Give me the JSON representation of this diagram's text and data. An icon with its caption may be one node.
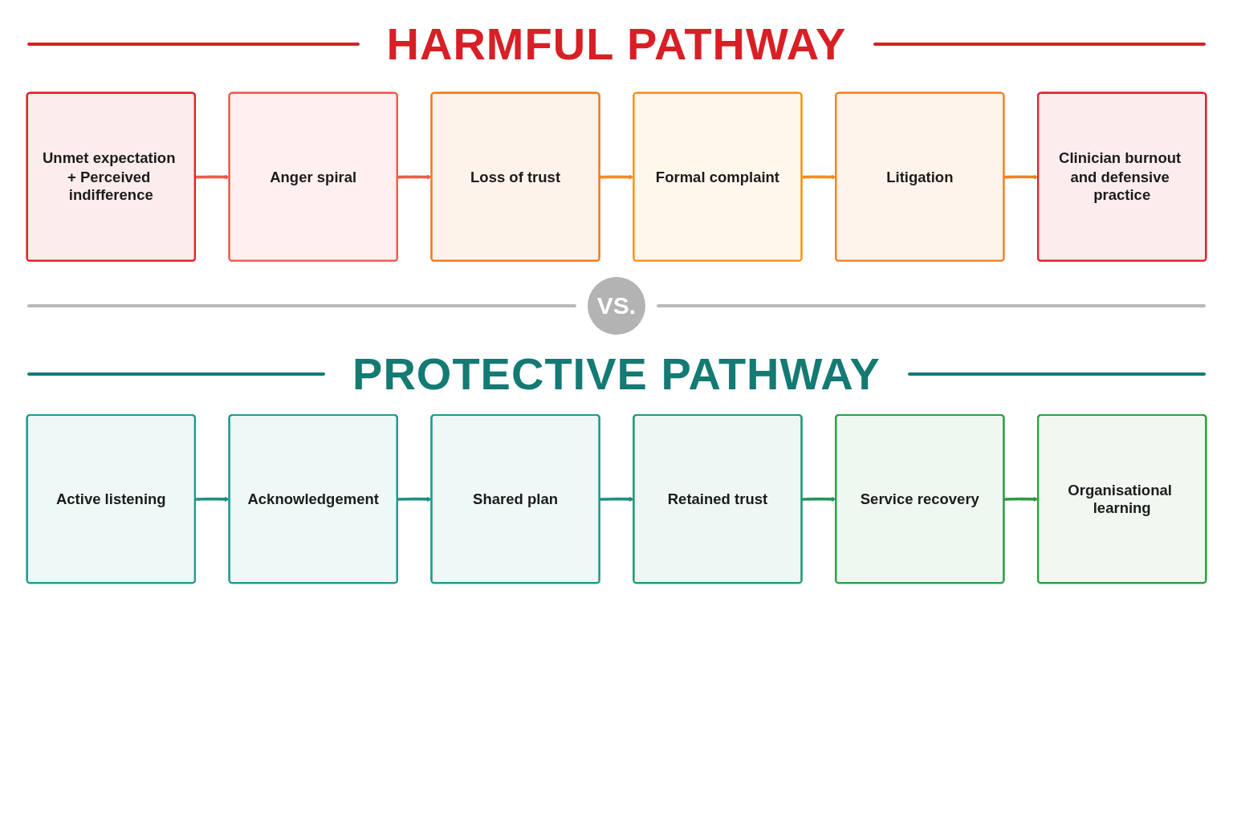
{
  "diagram": {
    "nodes": [
      {
        "text": [
          "Unmet expectation + Perceived indifference"
        ]
      },
      {
        "text": [
          "Anger spiral"
        ]
      },
      {
        "text": [
          "Loss of trust"
        ]
      },
      {
        "text": [
          "Formal complaint"
        ]
      },
      {
        "text": [
          "Litigation"
        ]
      },
      {
        "text": [
          "Clinician burnout and defensive practice"
        ]
      },
      {
        "text": [
          "Active listening"
        ]
      },
      {
        "text": [
          "Acknowledgement"
        ]
      },
      {
        "text": [
          "Shared plan"
        ]
      },
      {
        "text": [
          "Retained trust"
        ]
      },
      {
        "text": [
          "Service recovery"
        ]
      },
      {
        "text": [
          "Organisational learning"
        ]
      }
    ],
    "edges": [
      {
        "from": 0,
        "to": 1,
        "arrow": "to",
        "color": "#ef5a4a"
      },
      {
        "from": 1,
        "to": 2,
        "arrow": "to",
        "color": "#ef5a4a"
      },
      {
        "from": 2,
        "to": 3,
        "arrow": "to",
        "color": "#f58c1e"
      },
      {
        "from": 3,
        "to": 4,
        "arrow": "to",
        "color": "#f58c1e"
      },
      {
        "from": 4,
        "to": 5,
        "arrow": "to",
        "color": "#f5801e"
      },
      {
        "from": 6,
        "to": 7,
        "arrow": "to",
        "color": "#1e8f86"
      },
      {
        "from": 7,
        "to": 8,
        "arrow": "to",
        "color": "#1e8f86"
      },
      {
        "from": 8,
        "to": 9,
        "arrow": "to",
        "color": "#1e8f86"
      },
      {
        "from": 9,
        "to": 10,
        "arrow": "to",
        "color": "#23955a"
      },
      {
        "from": 10,
        "to": 11,
        "arrow": "to",
        "color": "#2e9a44"
      }
    ],
    "labels": [
      "HARMFUL PATHWAY",
      "VS.",
      "PROTECTIVE PATHWAY"
    ]
  }
}
